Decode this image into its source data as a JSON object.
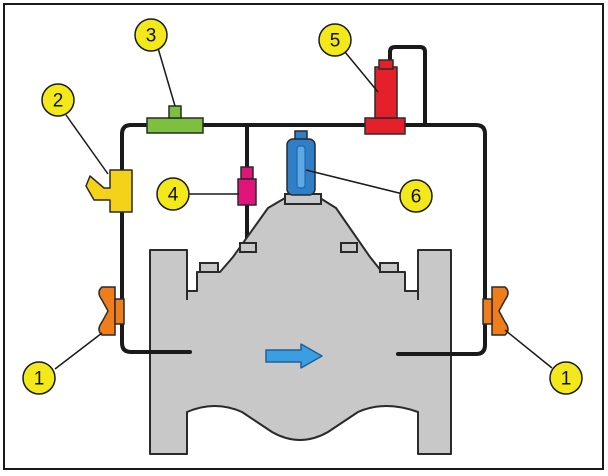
{
  "colors": {
    "frame": "#1a1a1a",
    "pipe": "#1a1a1a",
    "valve_body": "#c8c8c8",
    "valve_outline": "#2a2a2a",
    "callout_fill": "#f2e81a",
    "isolation_valve": "#f07d1c",
    "strainer": "#f4d21a",
    "needle_valve": "#7dc040",
    "check_valve": "#e0157a",
    "pilot_valve": "#e4202a",
    "position_indicator": "#2f7fc8",
    "flow_arrow": "#3a9ee0"
  },
  "callouts": [
    {
      "id": "isolation-left",
      "label": "1"
    },
    {
      "id": "strainer",
      "label": "2"
    },
    {
      "id": "needle-valve",
      "label": "3"
    },
    {
      "id": "check-valve",
      "label": "4"
    },
    {
      "id": "pilot-valve",
      "label": "5"
    },
    {
      "id": "position-indicator",
      "label": "6"
    },
    {
      "id": "isolation-right",
      "label": "1"
    }
  ]
}
